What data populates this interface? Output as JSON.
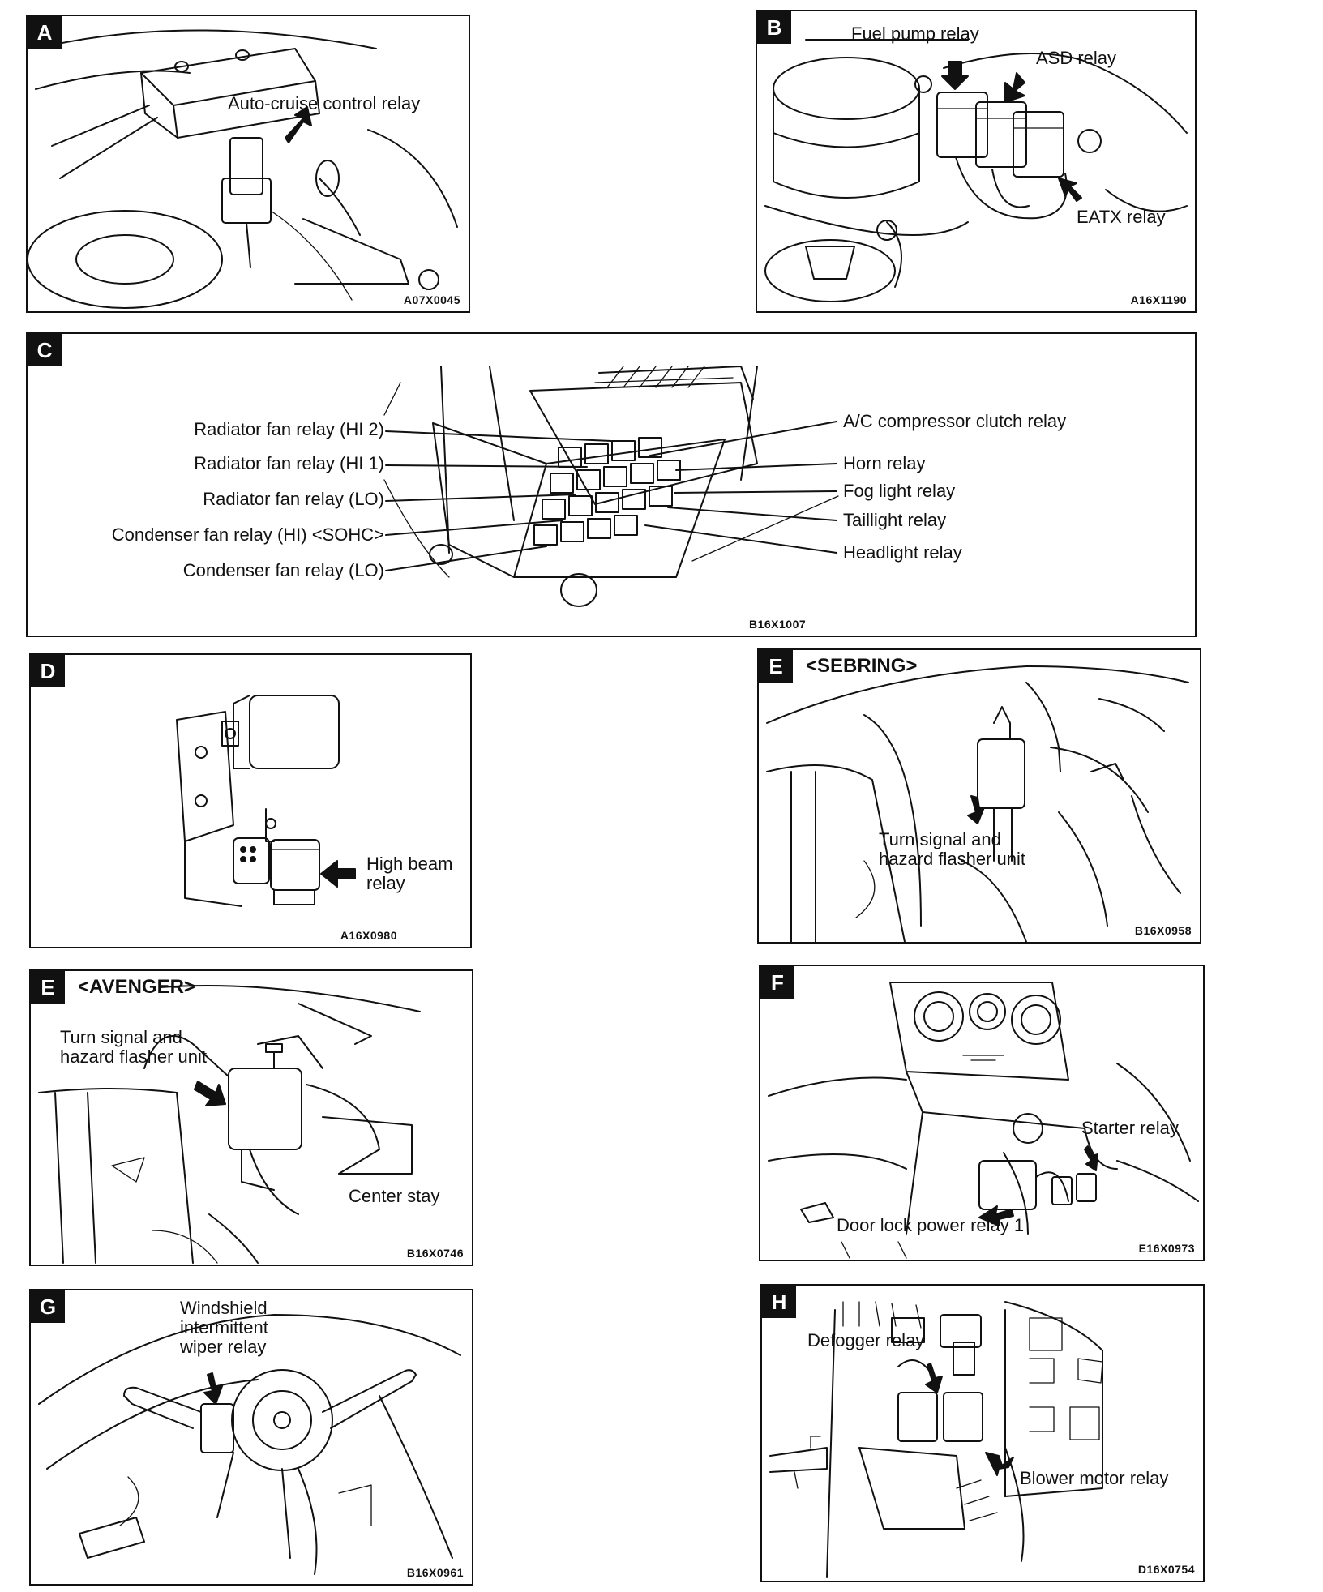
{
  "panels": {
    "A": {
      "letter": "A",
      "code": "A07X0045",
      "labels": {
        "relay": "Auto-cruise control relay"
      }
    },
    "B": {
      "letter": "B",
      "code": "A16X1190",
      "labels": {
        "fuel_pump": "Fuel pump relay",
        "asd": "ASD relay",
        "eatx": "EATX relay"
      }
    },
    "C": {
      "letter": "C",
      "code": "B16X1007",
      "left_labels": [
        "Radiator fan relay (HI 2)",
        "Radiator fan relay (HI 1)",
        "Radiator fan relay (LO)",
        "Condenser fan relay (HI) <SOHC>",
        "Condenser fan relay (LO)"
      ],
      "right_labels": [
        "A/C compressor clutch relay",
        "Horn relay",
        "Fog light relay",
        "Taillight relay",
        "Headlight relay"
      ]
    },
    "D": {
      "letter": "D",
      "code": "A16X0980",
      "labels": {
        "high_beam": "High beam\nrelay"
      }
    },
    "E_sebring": {
      "letter": "E",
      "variant": "<SEBRING>",
      "code": "B16X0958",
      "labels": {
        "flasher": "Turn signal and\nhazard flasher unit"
      }
    },
    "E_avenger": {
      "letter": "E",
      "variant": "<AVENGER>",
      "code": "B16X0746",
      "labels": {
        "flasher": "Turn signal and\nhazard flasher unit",
        "center_stay": "Center stay"
      }
    },
    "F": {
      "letter": "F",
      "code": "E16X0973",
      "labels": {
        "starter": "Starter relay",
        "door_lock": "Door lock power relay 1"
      }
    },
    "G": {
      "letter": "G",
      "code": "B16X0961",
      "labels": {
        "wiper": "Windshield\nintermittent\nwiper relay"
      }
    },
    "H": {
      "letter": "H",
      "code": "D16X0754",
      "labels": {
        "defogger": "Defogger relay",
        "blower": "Blower motor relay"
      }
    }
  }
}
